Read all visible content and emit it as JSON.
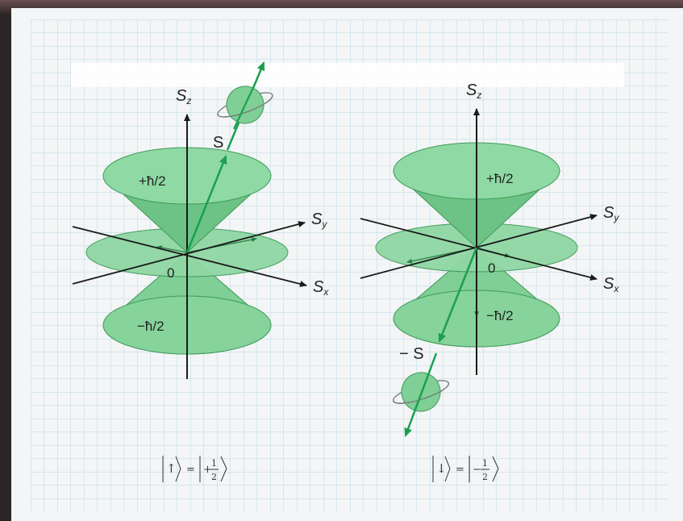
{
  "colors": {
    "cone_fill": "#7fcf96",
    "cone_stroke": "#3f9a58",
    "vector": "#1aa050",
    "grid": "#b9d9e6",
    "axis": "#1a1a1a",
    "paper": "#f3f5f6",
    "background": "#2b2626"
  },
  "panels": [
    {
      "id": "spin-up",
      "axis_labels": {
        "sz": "S",
        "sz_sub": "z",
        "sy": "S",
        "sy_sub": "y",
        "sx": "S",
        "sx_sub": "x"
      },
      "top_level": "+ħ/2",
      "origin": "0",
      "bottom_level": "−ħ/2",
      "vector_label": "S",
      "ket": {
        "arrow": "↑",
        "sign": "+",
        "num": "1",
        "den": "2"
      }
    },
    {
      "id": "spin-down",
      "axis_labels": {
        "sz": "S",
        "sz_sub": "z",
        "sy": "S",
        "sy_sub": "y",
        "sx": "S",
        "sx_sub": "x"
      },
      "top_level": "+ħ/2",
      "origin": "0",
      "bottom_level": "−ħ/2",
      "vector_label": "− S",
      "ket": {
        "arrow": "↓",
        "sign": "−",
        "num": "1",
        "den": "2"
      }
    }
  ]
}
